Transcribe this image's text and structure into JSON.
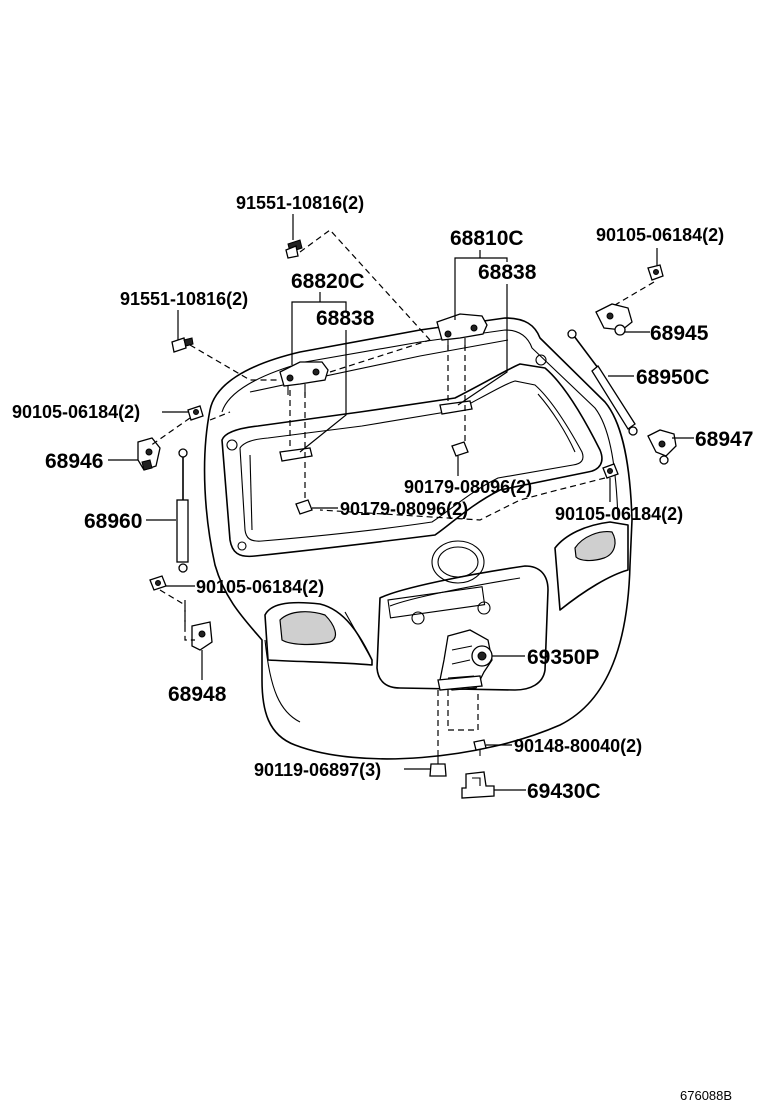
{
  "diagram": {
    "reference_code": "676088B",
    "labels": [
      {
        "key": "bolt_top",
        "text": "91551-10816(2)"
      },
      {
        "key": "bolt_left",
        "text": "91551-10816(2)"
      },
      {
        "key": "hinge_left",
        "text": "68820C"
      },
      {
        "key": "shim_left",
        "text": "68838"
      },
      {
        "key": "hinge_right",
        "text": "68810C"
      },
      {
        "key": "shim_right",
        "text": "68838"
      },
      {
        "key": "nut_top_right",
        "text": "90105-06184(2)"
      },
      {
        "key": "bracket_68945",
        "text": "68945"
      },
      {
        "key": "stay_right",
        "text": "68950C"
      },
      {
        "key": "nut_left_upper",
        "text": "90105-06184(2)"
      },
      {
        "key": "bracket_68947",
        "text": "68947"
      },
      {
        "key": "bracket_68946",
        "text": "68946"
      },
      {
        "key": "nut_center_right",
        "text": "90179-08096(2)"
      },
      {
        "key": "nut_right_lower",
        "text": "90105-06184(2)"
      },
      {
        "key": "nut_center_left",
        "text": "90179-08096(2)"
      },
      {
        "key": "stay_left",
        "text": "68960"
      },
      {
        "key": "nut_left_lower",
        "text": "90105-06184(2)"
      },
      {
        "key": "lock_assy",
        "text": "69350P"
      },
      {
        "key": "bracket_68948",
        "text": "68948"
      },
      {
        "key": "screw_lower",
        "text": "90148-80040(2)"
      },
      {
        "key": "bolt_lower",
        "text": "90119-06897(3)"
      },
      {
        "key": "striker",
        "text": "69430C"
      }
    ]
  }
}
